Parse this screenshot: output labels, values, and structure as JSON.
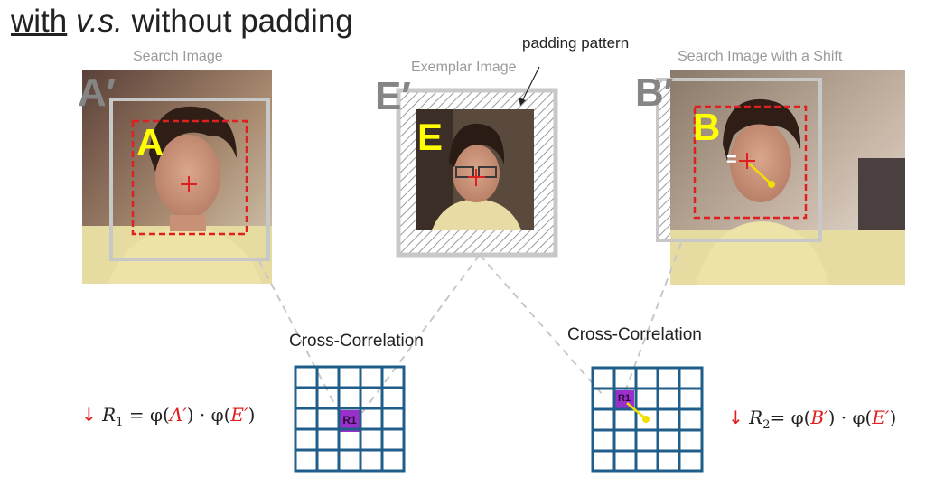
{
  "title": {
    "underlined": "with",
    "italic": "v.s.",
    "rest": "without padding"
  },
  "captions": {
    "search": "Search Image",
    "exemplar": "Exemplar Image",
    "search_shift": "Search Image with a Shift",
    "padding": "padding pattern"
  },
  "labels": {
    "a_prime": "A′",
    "a": "A",
    "e_prime": "E′",
    "e": "E",
    "b_prime": "B′",
    "b": "B"
  },
  "cross_correlation": {
    "left": "Cross-Correlation",
    "right": "Cross-Correlation"
  },
  "grids": {
    "left_cell": "R1",
    "right_cell": "R1"
  },
  "formulas": {
    "left": {
      "arrow": "↓",
      "lhs": "R",
      "sub": "1",
      "eq": " = φ(",
      "a": "A′",
      "mid": ") · φ(",
      "b": "E′",
      "end": ")"
    },
    "right": {
      "arrow": "↓",
      "lhs": "R",
      "sub": "2",
      "eq": "= φ(",
      "a": "B′",
      "mid": ") · φ(",
      "b": "E′",
      "end": ")"
    }
  },
  "shift_mark": "=",
  "colors": {
    "grid": "#1f5d8a",
    "cell": "#9b2fc9",
    "red": "#e02020",
    "yellow": "#f0e000",
    "gray": "#c8c8c8"
  }
}
